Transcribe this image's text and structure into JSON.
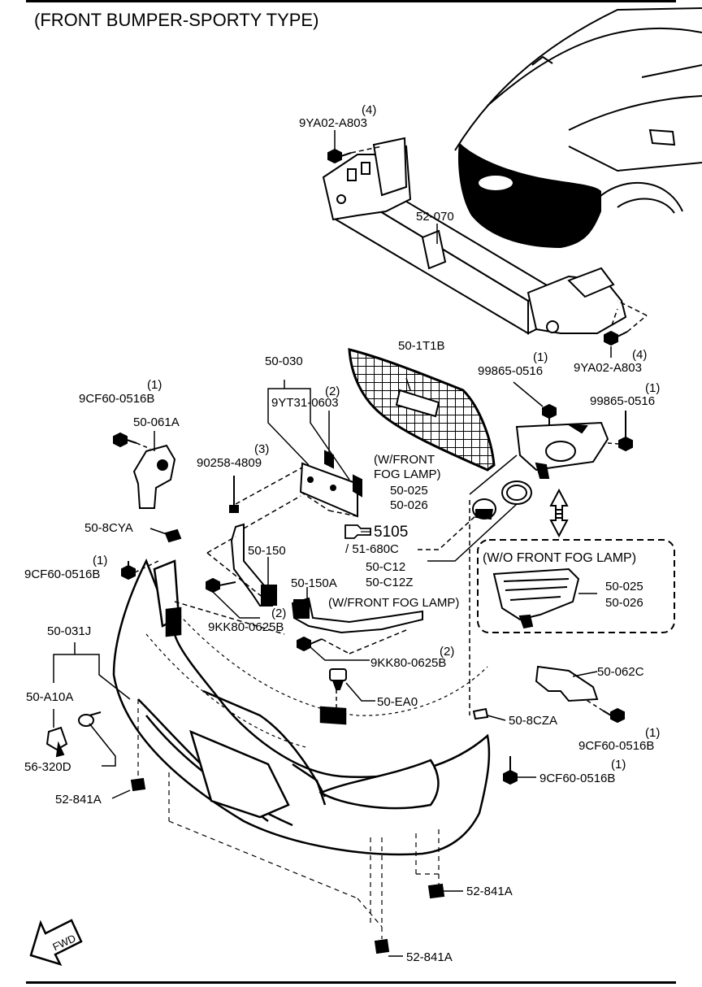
{
  "diagram": {
    "title": "(FRONT BUMPER-SPORTY TYPE)",
    "fwd_label": "FWD",
    "notes": {
      "with_fog_lamp_a": "(W/FRONT",
      "with_fog_lamp_b": "FOG LAMP)",
      "with_fog_lamp_inline": "(W/FRONT FOG LAMP)",
      "without_fog_lamp": "(W/O FRONT FOG LAMP)"
    },
    "labels": {
      "qty_4a": "(4)",
      "p_9ya02_top": "9YA02-A803",
      "p_52_070": "52-070",
      "p_50_1t1b": "50-1T1B",
      "qty_1_99865_a": "(1)",
      "p_99865_a": "99865-0516",
      "qty_4b": "(4)",
      "p_9ya02_bottom": "9YA02-A803",
      "qty_1_99865_b": "(1)",
      "p_99865_b": "99865-0516",
      "p_50_030": "50-030",
      "qty_2_9yt31": "(2)",
      "p_9yt31": "9YT31-0603",
      "qty_1_9cf60_a": "(1)",
      "p_9cf60_a": "9CF60-0516B",
      "p_50_061a": "50-061A",
      "qty_3_90258": "(3)",
      "p_90258": "90258-4809",
      "p_50_025_a": "50-025",
      "p_50_026_a": "50-026",
      "p_5105": "5105",
      "p_51_680c": "/ 51-680C",
      "p_50_8cya": "50-8CYA",
      "qty_1_9cf60_b": "(1)",
      "p_9cf60_b": "9CF60-0516B",
      "p_50_150": "50-150",
      "p_50_150a": "50-150A",
      "p_50_c12": "50-C12",
      "p_50_c12z": "50-C12Z",
      "p_50_025_b": "50-025",
      "p_50_026_b": "50-026",
      "qty_2_9kk80_a": "(2)",
      "p_9kk80_a": "9KK80-0625B",
      "p_50_031j": "50-031J",
      "qty_2_9kk80_b": "(2)",
      "p_9kk80_b": "9KK80-0625B",
      "p_50_062c": "50-062C",
      "p_50_a10a": "50-A10A",
      "p_50_ea0": "50-EA0",
      "p_50_8cza": "50-8CZA",
      "qty_1_9cf60_c": "(1)",
      "p_9cf60_c": "9CF60-0516B",
      "p_56_320d": "56-320D",
      "qty_1_9cf60_d": "(1)",
      "p_9cf60_d": "9CF60-0516B",
      "p_52_841a_a": "52-841A",
      "p_52_841a_b": "52-841A",
      "p_52_841a_c": "52-841A"
    }
  }
}
